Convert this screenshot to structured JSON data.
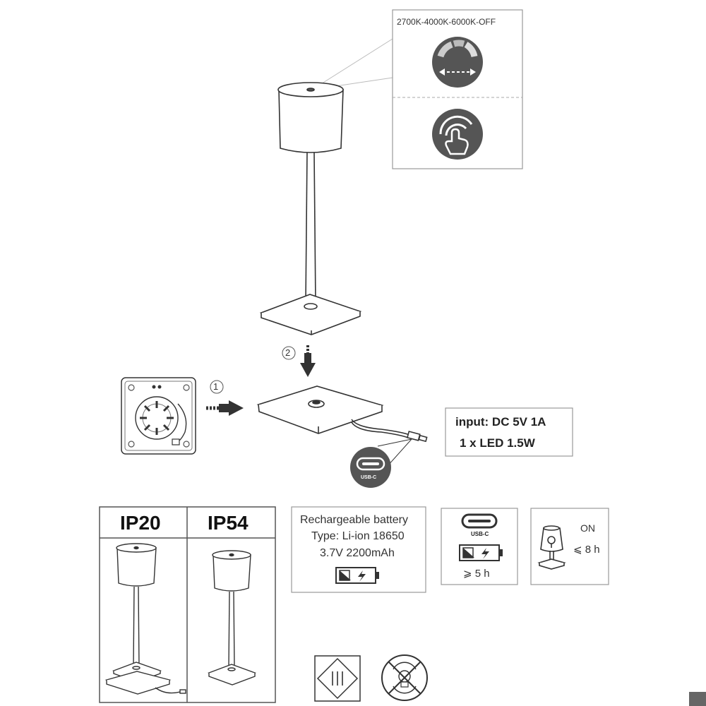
{
  "control_panel": {
    "color_modes": "2700K-4000K-6000K-OFF"
  },
  "steps": {
    "step1": "1",
    "step2": "2"
  },
  "connector": {
    "label": "USB-C"
  },
  "specs": {
    "input": "input: DC 5V 1A",
    "led": "1 x LED 1.5W"
  },
  "ip_table": {
    "col1": "IP20",
    "col2": "IP54"
  },
  "battery": {
    "line1": "Rechargeable battery",
    "line2": "Type: Li-ion 18650",
    "line3": "3.7V 2200mAh"
  },
  "charging": {
    "usb_label": "USB-C",
    "time": "⩾ 5 h"
  },
  "runtime": {
    "state": "ON",
    "time": "⩽ 8 h"
  },
  "colors": {
    "line": "#333333",
    "panel_border": "#999999",
    "icon_fill": "#555555",
    "accent_gray": "#888888"
  }
}
